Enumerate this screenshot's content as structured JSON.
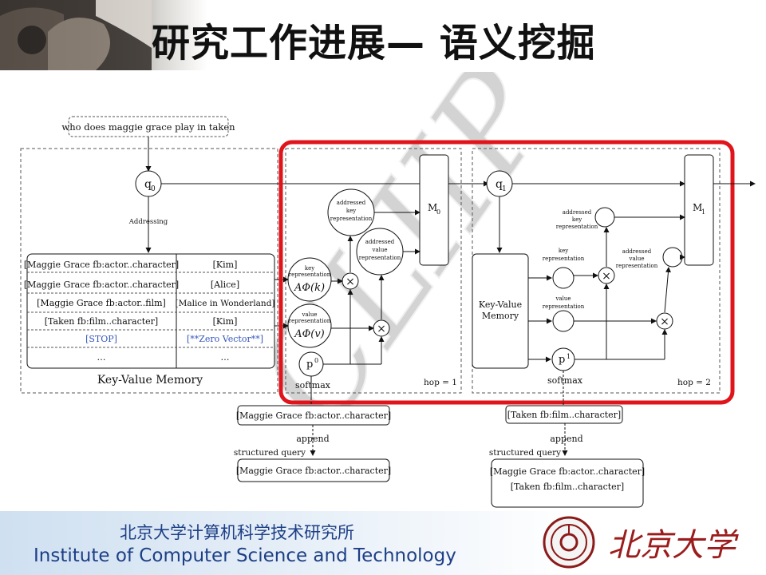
{
  "title": "研究工作进展— 语义挖掘",
  "diagram": {
    "question": "who does maggie grace play in taken",
    "q0": "q",
    "q0_sub": "0",
    "q1": "q",
    "q1_sub": "1",
    "addressing": "Addressing",
    "memory_rows": [
      {
        "key": "[Maggie Grace fb:actor..character]",
        "value": "[Kim]"
      },
      {
        "key": "[Maggie Grace fb:actor..character]",
        "value": "[Alice]"
      },
      {
        "key": "[Maggie Grace fb:actor..film]",
        "value": "[Malice in Wonderland]"
      },
      {
        "key": "[Taken fb:film..character]",
        "value": "[Kim]"
      },
      {
        "key": "[STOP]",
        "value": "[**Zero Vector**]"
      },
      {
        "key": "…",
        "value": "…"
      }
    ],
    "kv_memory_label": "Key-Value Memory",
    "key_rep_small": "key\nrepresentation",
    "key_rep_math": "AΦ(k)",
    "value_rep_small": "value\nrepresentation",
    "value_rep_math": "AΦ(v)",
    "addressed_key": "addressed\nkey\nrepresentation",
    "addressed_value": "addressed\nvalue\nrepresentation",
    "m0": "M",
    "m0_sub": "0",
    "m1": "M",
    "m1_sub": "1",
    "p0": "p",
    "p0_sup": "0",
    "p1": "p",
    "p1_sup": "1",
    "softmax": "softmax",
    "hop1": "hop = 1",
    "hop2": "hop = 2",
    "hop2_kv_memory": "Key-Value\nMemory",
    "hop2_key_rep": "key\nrepresentation",
    "hop2_value_rep": "value\nrepresentation",
    "hop2_addressed_key": "addressed\nkey\nrepresentation",
    "hop2_addressed_value": "addressed\nvalue\nrepresentation",
    "out1": "[Maggie Grace fb:actor..character]",
    "out2": "[Taken fb:film..character]",
    "append": "append",
    "structured_query": "structured query",
    "sq1": "[Maggie Grace fb:actor..character]",
    "sq2_line1": "[Maggie Grace fb:actor..character]",
    "sq2_line2": "[Taken fb:film..character]",
    "watermark": "CLIIP"
  },
  "footer": {
    "institute_cn": "北京大学计算机科学技术研究所",
    "institute_en": "Institute of Computer Science and Technology",
    "logo_text": "北京大学"
  },
  "colors": {
    "highlight": "#e0141b",
    "footer_text": "#1d3f86",
    "stop_text": "#3355bb"
  }
}
